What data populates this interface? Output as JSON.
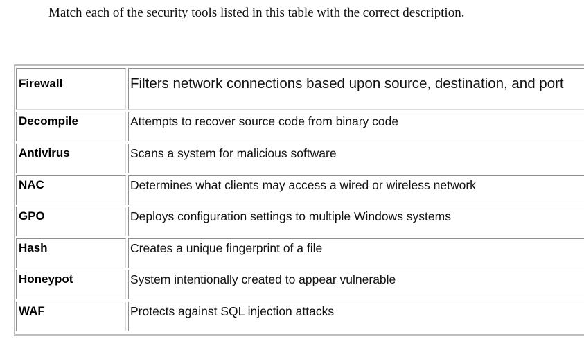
{
  "instruction": "Match each of the security tools listed in this table with the correct description.",
  "table": {
    "rows": [
      {
        "tool": "Firewall",
        "description": "Filters network connections based upon source, destination, and port"
      },
      {
        "tool": "Decompile",
        "description": "Attempts to recover source code from binary code"
      },
      {
        "tool": "Antivirus",
        "description": "Scans a system for malicious software"
      },
      {
        "tool": "NAC",
        "description": "Determines what clients may access a wired or wireless network"
      },
      {
        "tool": "GPO",
        "description": "Deploys configuration settings to multiple Windows systems"
      },
      {
        "tool": "Hash",
        "description": "Creates a unique fingerprint of a file"
      },
      {
        "tool": "Honeypot",
        "description": "System intentionally created to appear vulnerable"
      },
      {
        "tool": "WAF",
        "description": "Protects against SQL injection attacks"
      }
    ]
  }
}
